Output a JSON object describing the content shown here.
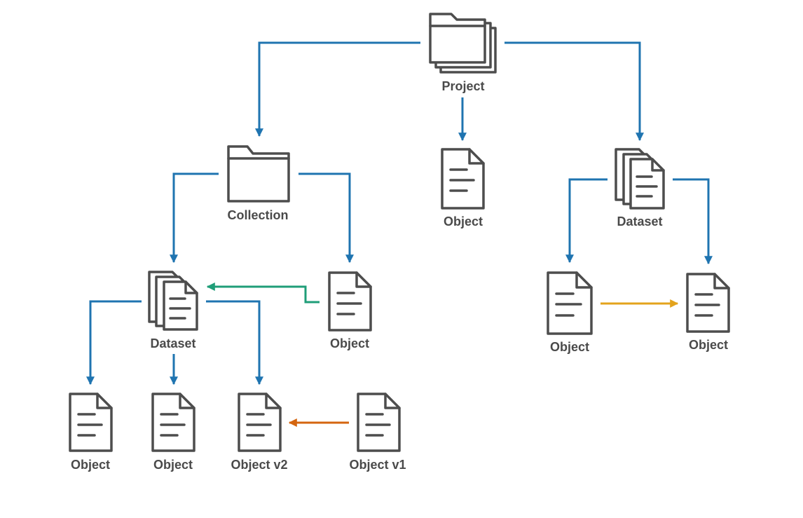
{
  "colors": {
    "icon": "#4d4d4d",
    "hierarchy": "#1f74b0",
    "green": "#1f9e78",
    "orange": "#d4650f",
    "gold": "#e3a31c"
  },
  "nodes": {
    "project": {
      "label": "Project",
      "icon": "folder-stack-icon"
    },
    "collection": {
      "label": "Collection",
      "icon": "folder-icon"
    },
    "project_object": {
      "label": "Object",
      "icon": "document-icon"
    },
    "dataset_left": {
      "label": "Dataset",
      "icon": "document-stack-icon"
    },
    "dataset_right": {
      "label": "Dataset",
      "icon": "document-stack-icon"
    },
    "collection_object": {
      "label": "Object",
      "icon": "document-icon"
    },
    "left_object_1": {
      "label": "Object",
      "icon": "document-icon"
    },
    "left_object_2": {
      "label": "Object",
      "icon": "document-icon"
    },
    "left_object_v2": {
      "label": "Object v2",
      "icon": "document-icon"
    },
    "left_object_v1": {
      "label": "Object v1",
      "icon": "document-icon"
    },
    "right_object_1": {
      "label": "Object",
      "icon": "document-icon"
    },
    "right_object_2": {
      "label": "Object",
      "icon": "document-icon"
    }
  },
  "edges": [
    {
      "from": "project",
      "to": "collection",
      "color": "hierarchy"
    },
    {
      "from": "project",
      "to": "project_object",
      "color": "hierarchy"
    },
    {
      "from": "project",
      "to": "dataset_right",
      "color": "hierarchy"
    },
    {
      "from": "collection",
      "to": "dataset_left",
      "color": "hierarchy"
    },
    {
      "from": "collection",
      "to": "collection_object",
      "color": "hierarchy"
    },
    {
      "from": "dataset_left",
      "to": "left_object_1",
      "color": "hierarchy"
    },
    {
      "from": "dataset_left",
      "to": "left_object_2",
      "color": "hierarchy"
    },
    {
      "from": "dataset_left",
      "to": "left_object_v2",
      "color": "hierarchy"
    },
    {
      "from": "collection_object",
      "to": "dataset_left",
      "color": "green"
    },
    {
      "from": "left_object_v1",
      "to": "left_object_v2",
      "color": "orange"
    },
    {
      "from": "dataset_right",
      "to": "right_object_1",
      "color": "hierarchy"
    },
    {
      "from": "dataset_right",
      "to": "right_object_2",
      "color": "hierarchy"
    },
    {
      "from": "right_object_1",
      "to": "right_object_2",
      "color": "gold"
    }
  ]
}
